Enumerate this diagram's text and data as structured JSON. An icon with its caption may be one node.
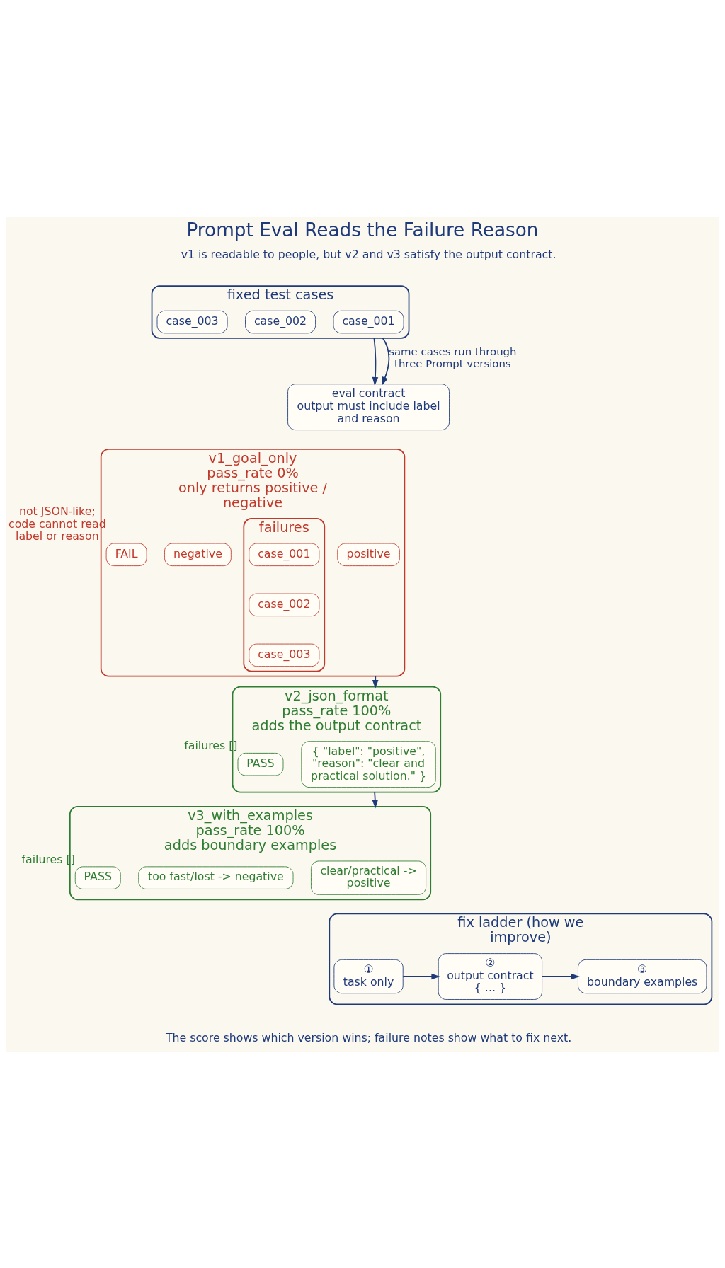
{
  "diagram": {
    "title": "Prompt Eval Reads the Failure Reason",
    "caption": "The score shows which version wins; failure notes show what to fix next.",
    "nodes": [
      {
        "text": [
          "fixed test cases"
        ]
      },
      {
        "text": [
          "case_001"
        ],
        "in": 0
      },
      {
        "text": [
          "case_002"
        ],
        "in": 0
      },
      {
        "text": [
          "case_003"
        ],
        "in": 0
      },
      {
        "text": [
          "eval contract",
          "output must include label and reason"
        ]
      },
      {
        "text": [
          "v1_goal_only",
          "pass_rate 0%",
          "only returns positive / negative"
        ]
      },
      {
        "text": [
          "positive"
        ],
        "in": 5
      },
      {
        "text": [
          "negative"
        ],
        "in": 5
      },
      {
        "text": [
          "failures"
        ],
        "in": 5
      },
      {
        "text": [
          "case_001"
        ],
        "in": 8
      },
      {
        "text": [
          "case_002"
        ],
        "in": 8
      },
      {
        "text": [
          "case_003"
        ],
        "in": 8
      },
      {
        "text": [
          "FAIL"
        ],
        "in": 5,
        "beside": [
          "not JSON-like; code cannot read label or reason"
        ]
      },
      {
        "text": [
          "v2_json_format",
          "pass_rate 100%",
          "adds the output contract"
        ]
      },
      {
        "text": [
          "{ \"label\": \"positive\", \"reason\": \"clear and practical solution.\" }"
        ],
        "in": 13
      },
      {
        "text": [
          "PASS"
        ],
        "in": 13,
        "beside": [
          "failures []"
        ]
      },
      {
        "text": [
          "v3_with_examples",
          "pass_rate 100%",
          "adds boundary examples"
        ]
      },
      {
        "text": [
          "clear/practical -> positive"
        ],
        "in": 16
      },
      {
        "text": [
          "too fast/lost -> negative"
        ],
        "in": 16
      },
      {
        "text": [
          "PASS"
        ],
        "in": 16,
        "beside": [
          "failures []"
        ]
      },
      {
        "text": [
          "fix ladder (how we improve)"
        ]
      },
      {
        "text": [
          "①",
          "task only"
        ],
        "in": 20
      },
      {
        "text": [
          "②",
          "output contract",
          "{ ... }"
        ],
        "in": 20
      },
      {
        "text": [
          "③",
          "boundary examples"
        ],
        "in": 20
      }
    ],
    "edges": [
      {
        "from": 0,
        "to": 4,
        "arrow": "to"
      },
      {
        "from": 0,
        "to": 4,
        "arrow": "to",
        "label": "same cases run through three Prompt versions"
      },
      {
        "from": 5,
        "to": 13,
        "arrow": "to"
      },
      {
        "from": 13,
        "to": 16,
        "arrow": "to"
      },
      {
        "from": 21,
        "to": 22,
        "arrow": "to"
      },
      {
        "from": 22,
        "to": 23,
        "arrow": "to"
      }
    ],
    "labels": [
      "v1 is readable to people, but v2 and v3 satisfy the output contract."
    ]
  }
}
